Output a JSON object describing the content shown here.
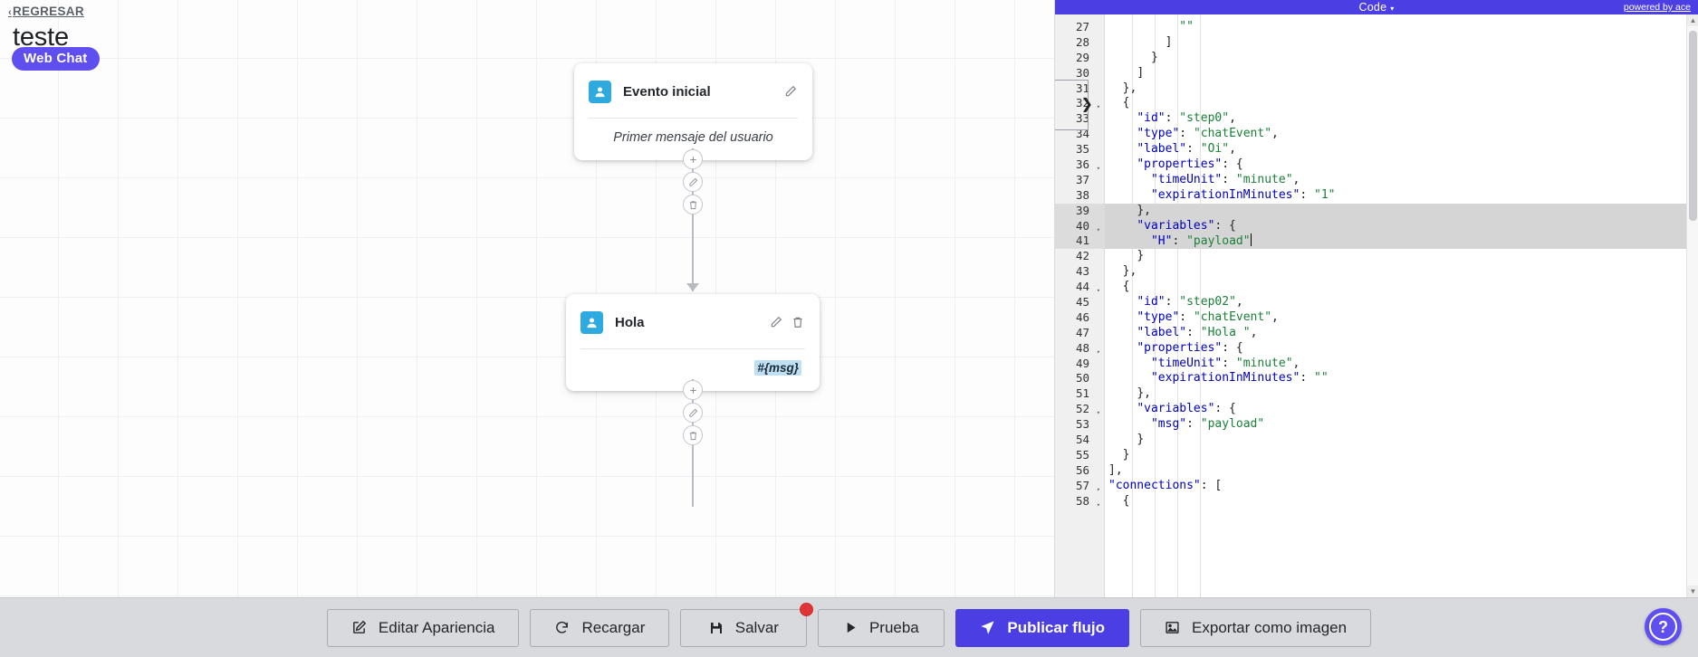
{
  "header": {
    "back_label": "REGRESAR",
    "back_chevron": "chevron-left-icon",
    "flow_title": "teste",
    "channel_badge": "Web Chat",
    "brand_color": "#5f4ef0"
  },
  "canvas": {
    "nodes": [
      {
        "icon": "user-avatar-icon",
        "icon_color": "#2eaae0",
        "title": "Evento inicial",
        "body_text": "Primer mensaje del usuario",
        "body_kind": "placeholder",
        "actions": [
          "edit-icon"
        ]
      },
      {
        "icon": "user-avatar-icon",
        "icon_color": "#2eaae0",
        "title": "Hola",
        "body_text": "#{msg}",
        "body_kind": "variable-tag",
        "actions": [
          "edit-icon",
          "trash-icon"
        ]
      }
    ],
    "connector_buttons": [
      "plus-icon",
      "pencil-icon",
      "trash-icon"
    ]
  },
  "code_panel": {
    "title": "Code",
    "caret": "▾",
    "powered_by": "powered by ace",
    "header_color": "#4b3fe4",
    "first_line": 27,
    "fold_markers": [
      32,
      36,
      40,
      44,
      48,
      52,
      57,
      58
    ],
    "selected_lines": [
      39,
      40,
      41
    ],
    "cursor_line": 41,
    "lines": [
      {
        "n": 27,
        "text": "          \"\""
      },
      {
        "n": 28,
        "text": "        ]"
      },
      {
        "n": 29,
        "text": "      }"
      },
      {
        "n": 30,
        "text": "    ]"
      },
      {
        "n": 31,
        "text": "  },"
      },
      {
        "n": 32,
        "text": "  {"
      },
      {
        "n": 33,
        "text": "    \"id\": \"step0\","
      },
      {
        "n": 34,
        "text": "    \"type\": \"chatEvent\","
      },
      {
        "n": 35,
        "text": "    \"label\": \"Oi\","
      },
      {
        "n": 36,
        "text": "    \"properties\": {"
      },
      {
        "n": 37,
        "text": "      \"timeUnit\": \"minute\","
      },
      {
        "n": 38,
        "text": "      \"expirationInMinutes\": \"1\""
      },
      {
        "n": 39,
        "text": "    },"
      },
      {
        "n": 40,
        "text": "    \"variables\": {"
      },
      {
        "n": 41,
        "text": "      \"H\": \"payload\""
      },
      {
        "n": 42,
        "text": "    }"
      },
      {
        "n": 43,
        "text": "  },"
      },
      {
        "n": 44,
        "text": "  {"
      },
      {
        "n": 45,
        "text": "    \"id\": \"step02\","
      },
      {
        "n": 46,
        "text": "    \"type\": \"chatEvent\","
      },
      {
        "n": 47,
        "text": "    \"label\": \"Hola \","
      },
      {
        "n": 48,
        "text": "    \"properties\": {"
      },
      {
        "n": 49,
        "text": "      \"timeUnit\": \"minute\","
      },
      {
        "n": 50,
        "text": "      \"expirationInMinutes\": \"\""
      },
      {
        "n": 51,
        "text": "    },"
      },
      {
        "n": 52,
        "text": "    \"variables\": {"
      },
      {
        "n": 53,
        "text": "      \"msg\": \"payload\""
      },
      {
        "n": 54,
        "text": "    }"
      },
      {
        "n": 55,
        "text": "  }"
      },
      {
        "n": 56,
        "text": "],"
      },
      {
        "n": 57,
        "text": "\"connections\": ["
      },
      {
        "n": 58,
        "text": "  {"
      }
    ]
  },
  "toolbar": {
    "buttons": [
      {
        "label": "Editar Apariencia",
        "icon": "edit-square-icon",
        "style": "default",
        "badge": false
      },
      {
        "label": "Recargar",
        "icon": "refresh-icon",
        "style": "default",
        "badge": false
      },
      {
        "label": "Salvar",
        "icon": "save-disk-icon",
        "style": "default",
        "badge": true
      },
      {
        "label": "Prueba",
        "icon": "play-icon",
        "style": "default",
        "badge": false
      },
      {
        "label": "Publicar flujo",
        "icon": "send-icon",
        "style": "primary",
        "badge": false
      },
      {
        "label": "Exportar como imagen",
        "icon": "image-icon",
        "style": "default",
        "badge": false
      }
    ],
    "badge_color": "#e23434",
    "primary_color": "#4b3fe4"
  },
  "help": {
    "icon": "question-mark-icon",
    "label": "?"
  }
}
